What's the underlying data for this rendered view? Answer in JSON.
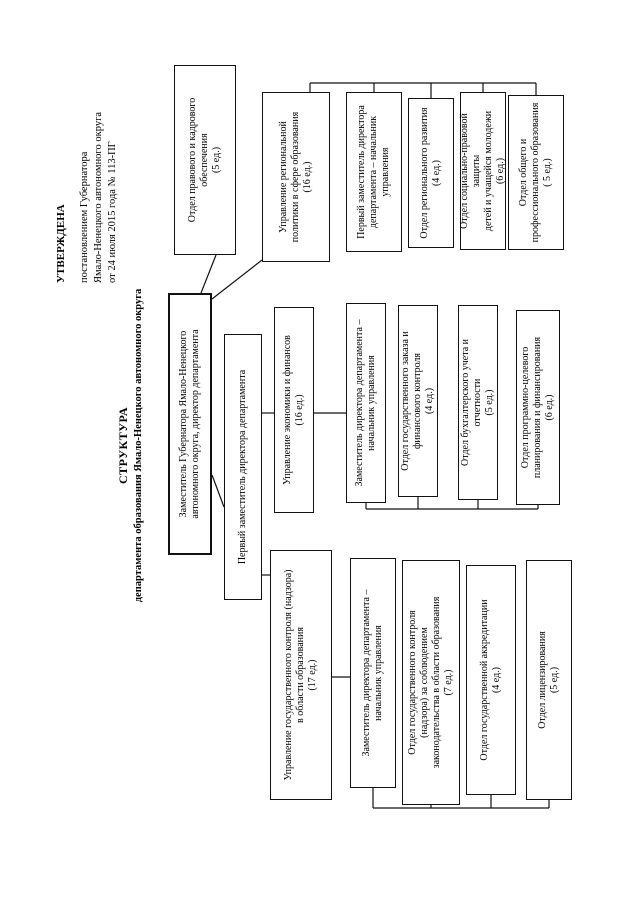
{
  "document": {
    "stamp": {
      "line1": "УТВЕРЖДЕНА",
      "line2": "постановлением Губернатора",
      "line3": "Ямало-Ненецкого автономного округа",
      "line4": "от 24 июля 2015 года № 113-ПГ"
    },
    "title": {
      "main": "СТРУКТУРА",
      "subtitle": "департамента образования Ямало-Ненецкого автономного округа"
    }
  },
  "chart": {
    "type": "org-chart",
    "boxes": {
      "director": "Заместитель Губернатора Ямало-Ненецкого\nавтономного округа, директор департамента",
      "first_deputy": "Первый заместитель директора департамента",
      "legal": "Отдел правового и кадрового\nобеспечения\n(5 ед.)",
      "regional_mgmt": "Управление региональной\nполитики в сфере образования\n(16 ед.)",
      "regional_deputy": "Первый заместитель директора\nдепартамента – начальник\nуправления",
      "regional_dev": "Отдел регионального развития\n(4 ед.)",
      "social_protection": "Отдел социально-правовой защиты\nдетей и учащейся молодежи\n(6 ед.)",
      "general_professional": "Отдел общего и\nпрофессионального образования\n( 5 ед.)",
      "economics_mgmt": "Управление экономики и финансов\n(16 ед.)",
      "economics_deputy": "Заместитель директора департамента –\nначальник управления",
      "state_order": "Отдел государственного заказа и\nфинансового контроля\n(4 ед.)",
      "accounting": "Отдел бухгалтерского учета и\nотчетности\n(5 ед.)",
      "program_planning": "Отдел программно-целевого\nпланирования и финансирования\n(6 ед.)",
      "control_mgmt": "Управление государственного контроля (надзора)\nв области образования\n(17 ед.)",
      "control_deputy": "Заместитель директора департамента –\nначальник управления",
      "control_supervision": "Отдел государственного контроля\n(надзора) за соблюдением\nзаконодательства в области образования\n(7 ед.)",
      "accreditation": "Отдел государственной аккредитации\n(4 ед.)",
      "licensing": "Отдел лицензирования\n(5 ед.)"
    }
  },
  "colors": {
    "background": "#ffffff",
    "box_border": "#111111",
    "line": "#111111",
    "text": "#000000"
  }
}
